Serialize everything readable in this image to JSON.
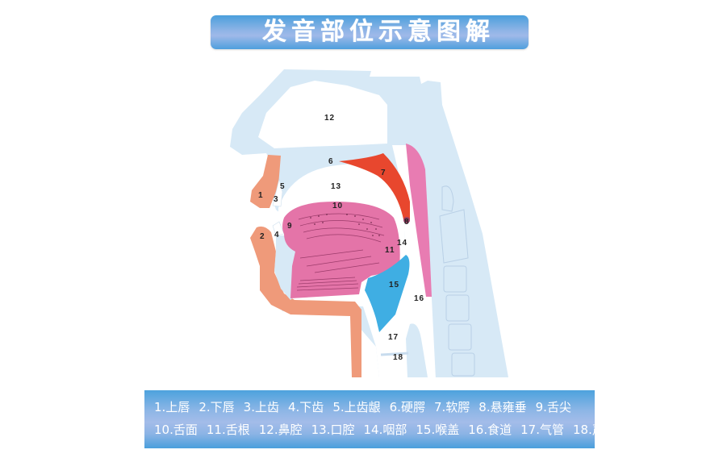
{
  "title": "发音部位示意图解",
  "colors": {
    "title_bar": "#5aa6df",
    "legend_bar": "#7fb0e4",
    "bone_tissue": "#d7e9f6",
    "lips": "#ef9a7a",
    "soft_palate": "#e8472e",
    "uvula": "#9b3b63",
    "tongue": "#e474a8",
    "pharynx_wall": "#e87cb2",
    "epiglottis": "#3faee3"
  },
  "diagram_labels": [
    {
      "id": "1",
      "text": "1"
    },
    {
      "id": "2",
      "text": "2"
    },
    {
      "id": "3",
      "text": "3"
    },
    {
      "id": "4",
      "text": "4"
    },
    {
      "id": "5",
      "text": "5"
    },
    {
      "id": "6",
      "text": "6"
    },
    {
      "id": "7",
      "text": "7"
    },
    {
      "id": "8",
      "text": "8"
    },
    {
      "id": "9",
      "text": "9"
    },
    {
      "id": "10",
      "text": "10"
    },
    {
      "id": "11",
      "text": "11"
    },
    {
      "id": "12",
      "text": "12"
    },
    {
      "id": "13",
      "text": "13"
    },
    {
      "id": "14",
      "text": "14"
    },
    {
      "id": "15",
      "text": "15"
    },
    {
      "id": "16",
      "text": "16"
    },
    {
      "id": "17",
      "text": "17"
    },
    {
      "id": "18",
      "text": "18"
    }
  ],
  "legend": {
    "row1": [
      {
        "num": "1.",
        "name": "上唇"
      },
      {
        "num": "2.",
        "name": "下唇"
      },
      {
        "num": "3.",
        "name": "上齿"
      },
      {
        "num": "4.",
        "name": "下齿"
      },
      {
        "num": "5.",
        "name": "上齿龈"
      },
      {
        "num": "6.",
        "name": "硬腭"
      },
      {
        "num": "7.",
        "name": "软腭"
      },
      {
        "num": "8.",
        "name": "悬雍垂"
      },
      {
        "num": "9.",
        "name": "舌尖"
      }
    ],
    "row2": [
      {
        "num": "10.",
        "name": "舌面"
      },
      {
        "num": "11.",
        "name": "舌根"
      },
      {
        "num": "12.",
        "name": "鼻腔"
      },
      {
        "num": "13.",
        "name": "口腔"
      },
      {
        "num": "14.",
        "name": "咽部"
      },
      {
        "num": "15.",
        "name": "喉盖"
      },
      {
        "num": "16.",
        "name": "食道"
      },
      {
        "num": "17.",
        "name": "气管"
      },
      {
        "num": "18.",
        "name": "声带"
      }
    ]
  }
}
